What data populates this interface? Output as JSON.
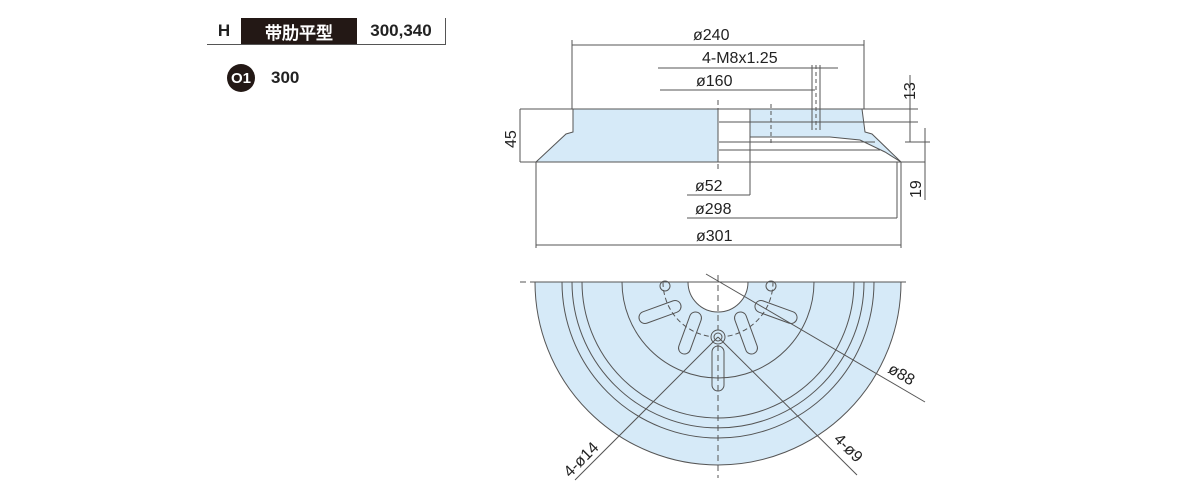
{
  "header": {
    "type_code": "H",
    "type_name": "带肋平型",
    "sizes": "300,340"
  },
  "option": {
    "badge": "O1",
    "value": "300"
  },
  "side_view": {
    "dims": {
      "d240": "ø240",
      "thread": "4-M8x1.25",
      "d160": "ø160",
      "h13": "13",
      "h45": "45",
      "d52": "ø52",
      "d298": "ø298",
      "d301": "ø301",
      "h19": "19"
    }
  },
  "top_view": {
    "dims": {
      "d88": "ø88",
      "holes14": "4-ø14",
      "holes9": "4-ø9"
    }
  },
  "colors": {
    "fill": "#d6eaf8",
    "line": "#444444",
    "dark": "#231815"
  }
}
